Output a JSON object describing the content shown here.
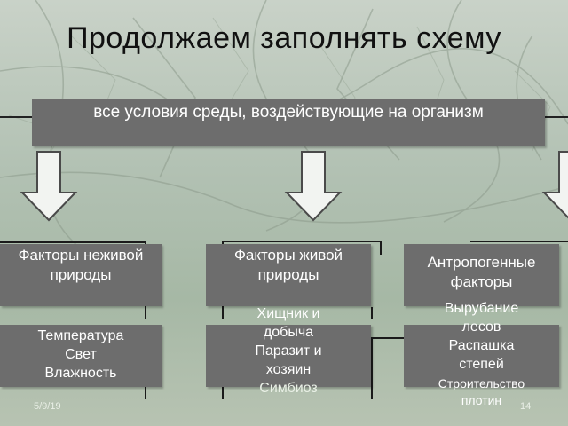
{
  "title": "Продолжаем заполнять схему",
  "main": "все условия среды, воздействующие на организм",
  "categories": [
    {
      "label": "Факторы неживой природы"
    },
    {
      "label": "Факторы живой природы"
    },
    {
      "label": "Антропогенные факторы"
    }
  ],
  "examples": {
    "abiotic": [
      "Температура",
      "Свет",
      "Влажность"
    ],
    "biotic": [
      "Хищник и добыча",
      "Паразит и хозяин",
      "Симбиоз"
    ],
    "anthropogenic": [
      "Вырубание лесов",
      "Распашка степей",
      "Строительство плотин"
    ]
  },
  "footer": {
    "date": "5/9/19",
    "page": "14"
  }
}
